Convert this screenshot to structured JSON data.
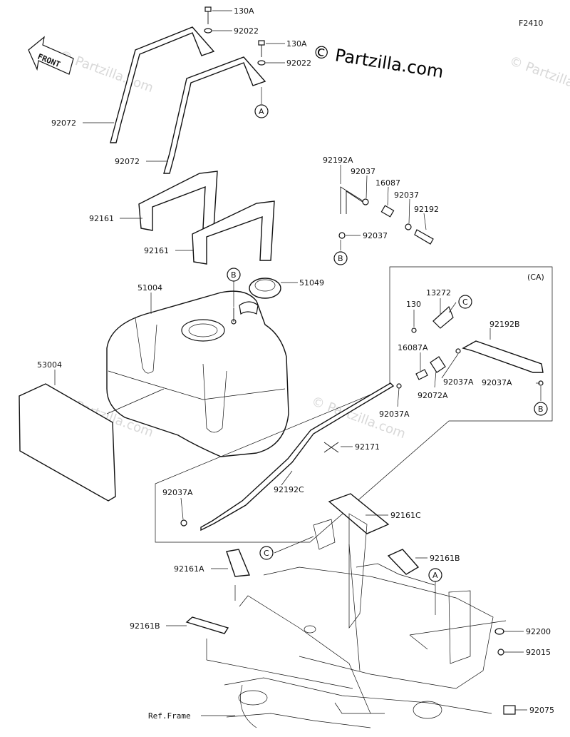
{
  "figure": {
    "figure_id": "F2410",
    "watermark": "© Partzilla.com",
    "ghost_watermark": "© Partzilla.com",
    "front_label": "FRONT",
    "ca_label": "(CA)",
    "ref_frame_label": "Ref.Frame"
  },
  "callouts": {
    "c_130a_1": "130A",
    "c_92022_1": "92022",
    "c_130a_2": "130A",
    "c_92022_2": "92022",
    "c_92072_1": "92072",
    "c_92072_2": "92072",
    "c_92161_1": "92161",
    "c_92161_2": "92161",
    "c_92192a": "92192A",
    "c_92037_1": "92037",
    "c_16087": "16087",
    "c_92037_2": "92037",
    "c_92192": "92192",
    "c_92037_3": "92037",
    "c_51004": "51004",
    "c_51049": "51049",
    "c_53004": "53004",
    "c_13272": "13272",
    "c_130": "130",
    "c_92192b": "92192B",
    "c_16087a": "16087A",
    "c_92037a_1": "92037A",
    "c_92072a": "92072A",
    "c_92037a_2": "92037A",
    "c_92037a_3": "92037A",
    "c_92171": "92171",
    "c_92037a_4": "92037A",
    "c_92192c": "92192C",
    "c_92161c": "92161C",
    "c_92161b_1": "92161B",
    "c_92161a": "92161A",
    "c_92161b_2": "92161B",
    "c_92200": "92200",
    "c_92015": "92015",
    "c_92075": "92075"
  },
  "refs": {
    "a1": "A",
    "b1": "B",
    "b2": "B",
    "c1": "C",
    "b3": "B",
    "c2": "C",
    "a2": "A"
  }
}
